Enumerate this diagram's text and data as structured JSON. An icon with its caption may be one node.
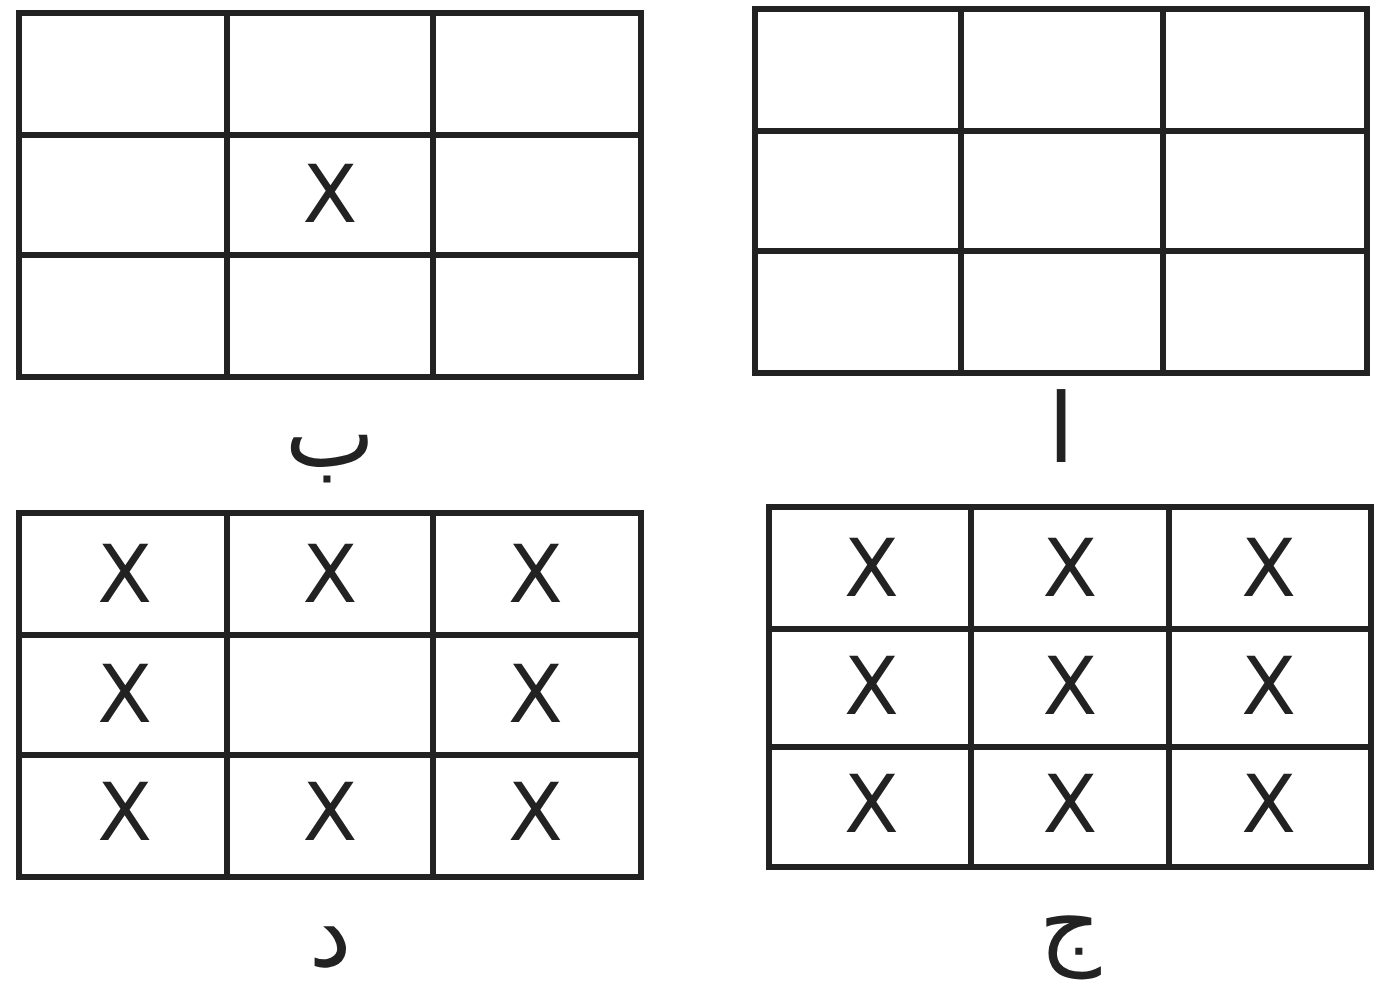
{
  "diagram": {
    "nodes": [
      {
        "text": [
          "ا"
        ]
      },
      {
        "text": [
          "ب"
        ]
      },
      {
        "text": [
          "X"
        ],
        "in": 1
      },
      {
        "text": [
          "ج"
        ]
      },
      {
        "text": [
          "X"
        ],
        "in": 3
      },
      {
        "text": [
          "X"
        ],
        "in": 3
      },
      {
        "text": [
          "X"
        ],
        "in": 3
      },
      {
        "text": [
          "X"
        ],
        "in": 3
      },
      {
        "text": [
          "X"
        ],
        "in": 3
      },
      {
        "text": [
          "X"
        ],
        "in": 3
      },
      {
        "text": [
          "X"
        ],
        "in": 3
      },
      {
        "text": [
          "X"
        ],
        "in": 3
      },
      {
        "text": [
          "X"
        ],
        "in": 3
      },
      {
        "text": [
          "د"
        ]
      },
      {
        "text": [
          "X"
        ],
        "in": 13
      },
      {
        "text": [
          "X"
        ],
        "in": 13
      },
      {
        "text": [
          "X"
        ],
        "in": 13
      },
      {
        "text": [
          "X"
        ],
        "in": 13
      },
      {
        "text": [
          "X"
        ],
        "in": 13
      },
      {
        "text": [
          "X"
        ],
        "in": 13
      },
      {
        "text": [
          "X"
        ],
        "in": 13
      },
      {
        "text": [
          "X"
        ],
        "in": 13
      }
    ]
  }
}
